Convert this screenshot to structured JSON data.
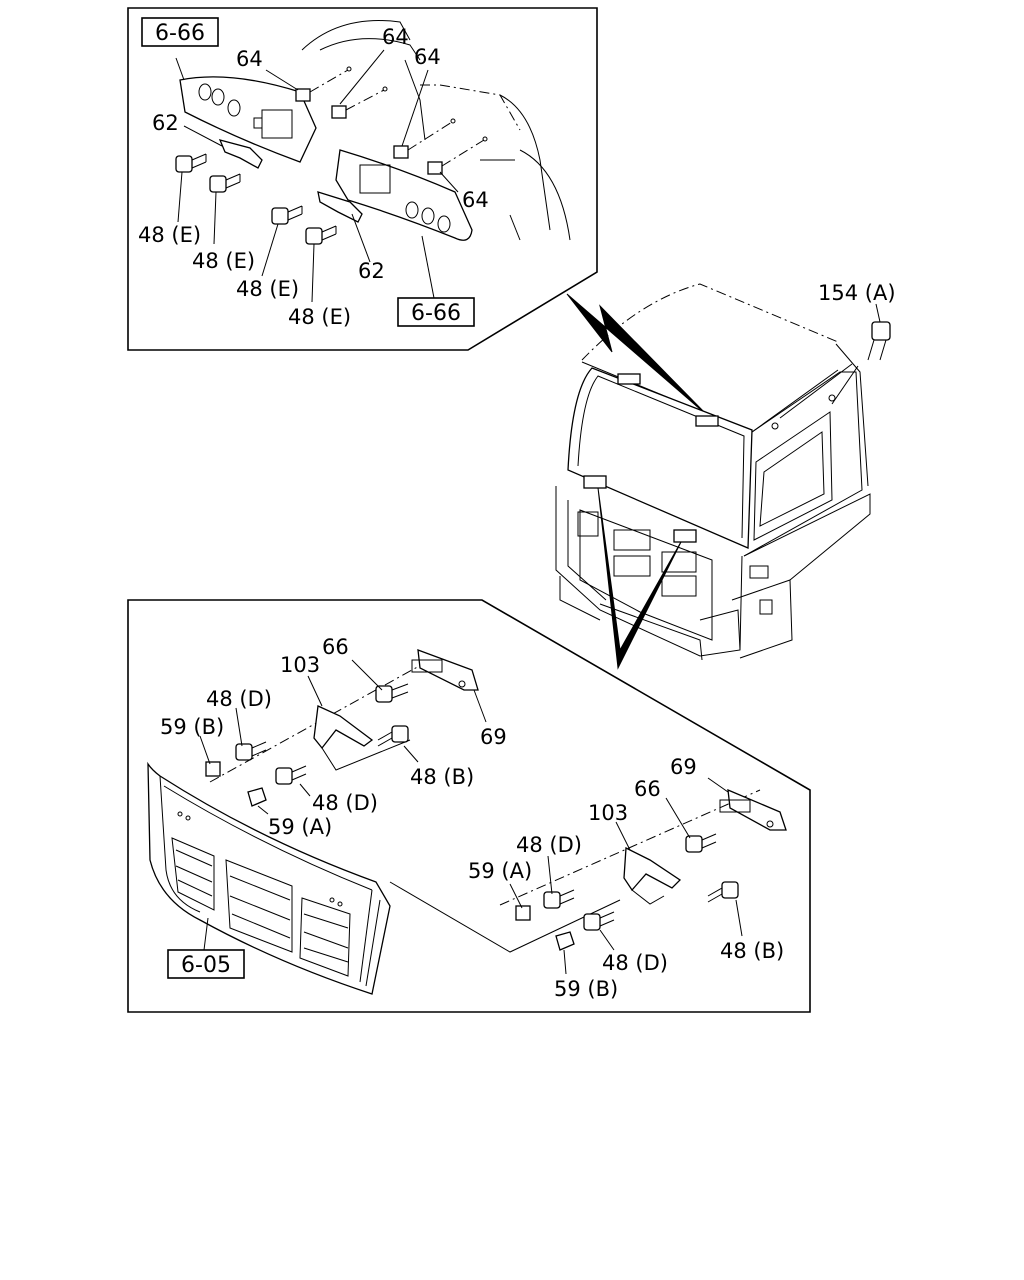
{
  "diagram": {
    "ref_boxes": [
      {
        "id": "ref-top-left",
        "text": "6-66"
      },
      {
        "id": "ref-top-right",
        "text": "6-66"
      },
      {
        "id": "ref-bottom",
        "text": "6-05"
      }
    ],
    "callouts": {
      "c64a": "64",
      "c64b": "64",
      "c64c": "64",
      "c64d": "64",
      "c62a": "62",
      "c62b": "62",
      "c48e1": "48 (E)",
      "c48e2": "48 (E)",
      "c48e3": "48 (E)",
      "c48e4": "48 (E)",
      "c154": "154 (A)",
      "c66a": "66",
      "c103a": "103",
      "c48d1": "48 (D)",
      "c59b1": "59 (B)",
      "c69a": "69",
      "c48b1": "48 (B)",
      "c48d2": "48 (D)",
      "c59a1": "59 (A)",
      "c69b": "69",
      "c66b": "66",
      "c103b": "103",
      "c48d3": "48 (D)",
      "c59a2": "59 (A)",
      "c48b2": "48 (B)",
      "c48d4": "48 (D)",
      "c59b2": "59 (B)"
    }
  }
}
